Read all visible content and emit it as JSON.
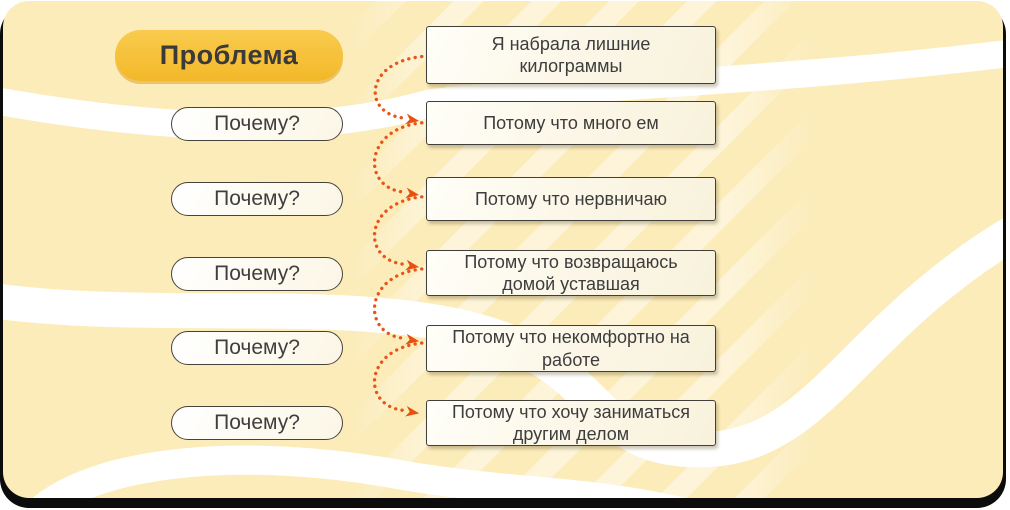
{
  "diagram": {
    "method": "5 whys",
    "problem_label": "Проблема",
    "problem_statement": "Я набрала лишние\nкилограммы",
    "rows": [
      {
        "why": "Почему?",
        "answer": "Потому что много ем"
      },
      {
        "why": "Почему?",
        "answer": "Потому что нервничаю"
      },
      {
        "why": "Почему?",
        "answer": "Потому что возвращаюсь\nдомой уставшая"
      },
      {
        "why": "Почему?",
        "answer": "Потому что некомфортно на\nработе"
      },
      {
        "why": "Почему?",
        "answer": "Потому что хочу заниматься\nдругим делом"
      }
    ],
    "colors": {
      "canvas_background": "#fcecba",
      "ribbon": "#ffffff",
      "problem_pill": "#f5bd32",
      "arrow": "#e8551b",
      "text": "#3d3d3d",
      "box_background": "#fbf6e6",
      "edge_shadow": "#0c0c0c"
    }
  }
}
